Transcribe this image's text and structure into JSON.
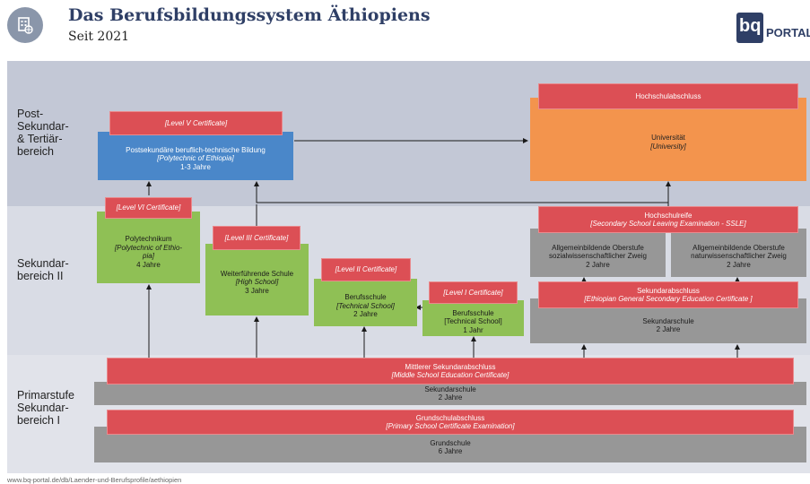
{
  "header": {
    "title": "Das Berufsbildungssystem Äthiopiens",
    "subtitle": "Seit 2021",
    "brand": "PORTAL",
    "brand_mark": "bq"
  },
  "bands": {
    "post": "Post-\nSekundar-\n& Tertiär-\nbereich",
    "sek2": "Sekundar-\nbereich II",
    "prim": "Primarstufe\nSekundar-\nbereich I"
  },
  "boxes": {
    "level5": "[Level V Certificate]",
    "poly_post": {
      "l1": "Postsekundäre beruflich-technische Bildung",
      "l2": "[Polytechnic of Ethiopia]",
      "l3": "1-3 Jahre"
    },
    "hochschulabschluss": "Hochschulabschluss",
    "uni": {
      "l1": "Universität",
      "l2": "[University]"
    },
    "level6": "[Level VI Certificate]",
    "polytechnikum": {
      "l1": "Polytechnikum",
      "l2": "[Polytechnic of Ethio-",
      "l3": "pia]",
      "l4": "4 Jahre"
    },
    "level3": "[Level III Certificate]",
    "high_school": {
      "l1": "Weiterführende Schule",
      "l2": "[High School]",
      "l3": "3 Jahre"
    },
    "level2": "[Level II Certificate]",
    "tech2": {
      "l1": "Berufsschule",
      "l2": "[Technical School]",
      "l3": "2 Jahre"
    },
    "level1": "[Level I Certificate]",
    "tech1": {
      "l1": "Berufsschule",
      "l2": "[Technical School]",
      "l3": "1 Jahr"
    },
    "hochschulreife": {
      "l1": "Hochschulreife",
      "l2": "[Secondary School Leaving Examination - SSLE]"
    },
    "oberstufe_soz": {
      "l1": "Allgemeinbildende Oberstufe",
      "l2": "sozialwissenschaftlicher Zweig",
      "l3": "2 Jahre"
    },
    "oberstufe_nat": {
      "l1": "Allgemeinbildende Oberstufe",
      "l2": "naturwissenschaftlicher Zweig",
      "l3": "2 Jahre"
    },
    "sek_abschluss": {
      "l1": "Sekundarabschluss",
      "l2": "[Ethiopian General Secondary Education Certificate ]"
    },
    "sek_schule2": {
      "l1": "Sekundarschule",
      "l2": "2 Jahre"
    },
    "mittlerer": {
      "l1": "Mittlerer Sekundarabschluss",
      "l2": "[Middle School Education Certificate]"
    },
    "sek_schule1": {
      "l1": "Sekundarschule",
      "l2": "2 Jahre"
    },
    "grund_abschluss": {
      "l1": "Grundschulabschluss",
      "l2": "[Primary School Certificate Examination]"
    },
    "grundschule": {
      "l1": "Grundschule",
      "l2": "6 Jahre"
    }
  },
  "footer": {
    "source": "www.bq-portal.de/db/Laender-und-Berufsprofile/aethiopien"
  },
  "colors": {
    "certificate_red": "#dc4f55",
    "polytechnic_blue": "#4a87c9",
    "university_orange": "#f3944d",
    "vocational_green": "#8fc055",
    "general_grey": "#979797",
    "band_post": "#c3c8d6",
    "band_sek2": "#d9dce5",
    "band_prim": "#e1e3ea"
  }
}
